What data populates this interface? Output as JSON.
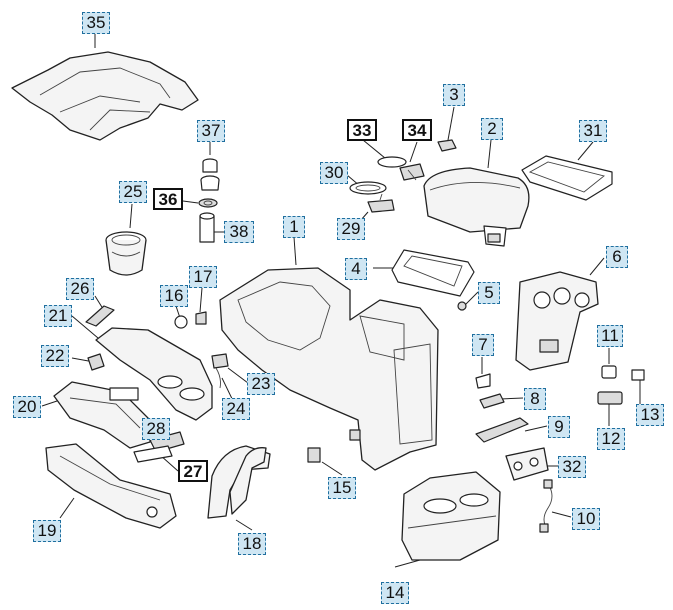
{
  "diagram": {
    "callouts": [
      {
        "id": "c35",
        "label": "35",
        "style": "dashed"
      },
      {
        "id": "c37",
        "label": "37",
        "style": "dashed"
      },
      {
        "id": "c3",
        "label": "3",
        "style": "dashed"
      },
      {
        "id": "c2",
        "label": "2",
        "style": "dashed"
      },
      {
        "id": "c31",
        "label": "31",
        "style": "dashed"
      },
      {
        "id": "c33",
        "label": "33",
        "style": "bold"
      },
      {
        "id": "c34",
        "label": "34",
        "style": "bold"
      },
      {
        "id": "c30",
        "label": "30",
        "style": "dashed"
      },
      {
        "id": "c25",
        "label": "25",
        "style": "dashed"
      },
      {
        "id": "c36",
        "label": "36",
        "style": "bold"
      },
      {
        "id": "c38",
        "label": "38",
        "style": "dashed"
      },
      {
        "id": "c29",
        "label": "29",
        "style": "dashed"
      },
      {
        "id": "c1",
        "label": "1",
        "style": "dashed"
      },
      {
        "id": "c6",
        "label": "6",
        "style": "dashed"
      },
      {
        "id": "c4",
        "label": "4",
        "style": "dashed"
      },
      {
        "id": "c5",
        "label": "5",
        "style": "dashed"
      },
      {
        "id": "c17",
        "label": "17",
        "style": "dashed"
      },
      {
        "id": "c16",
        "label": "16",
        "style": "dashed"
      },
      {
        "id": "c26",
        "label": "26",
        "style": "dashed"
      },
      {
        "id": "c21",
        "label": "21",
        "style": "dashed"
      },
      {
        "id": "c11",
        "label": "11",
        "style": "dashed"
      },
      {
        "id": "c7",
        "label": "7",
        "style": "dashed"
      },
      {
        "id": "c22",
        "label": "22",
        "style": "dashed"
      },
      {
        "id": "c23",
        "label": "23",
        "style": "dashed"
      },
      {
        "id": "c13",
        "label": "13",
        "style": "dashed"
      },
      {
        "id": "c8",
        "label": "8",
        "style": "dashed"
      },
      {
        "id": "c20",
        "label": "20",
        "style": "dashed"
      },
      {
        "id": "c24",
        "label": "24",
        "style": "dashed"
      },
      {
        "id": "c12",
        "label": "12",
        "style": "dashed"
      },
      {
        "id": "c9",
        "label": "9",
        "style": "dashed"
      },
      {
        "id": "c28",
        "label": "28",
        "style": "dashed"
      },
      {
        "id": "c27",
        "label": "27",
        "style": "bold"
      },
      {
        "id": "c32",
        "label": "32",
        "style": "dashed"
      },
      {
        "id": "c15",
        "label": "15",
        "style": "dashed"
      },
      {
        "id": "c10",
        "label": "10",
        "style": "dashed"
      },
      {
        "id": "c19",
        "label": "19",
        "style": "dashed"
      },
      {
        "id": "c18",
        "label": "18",
        "style": "dashed"
      },
      {
        "id": "c14",
        "label": "14",
        "style": "dashed"
      }
    ]
  }
}
